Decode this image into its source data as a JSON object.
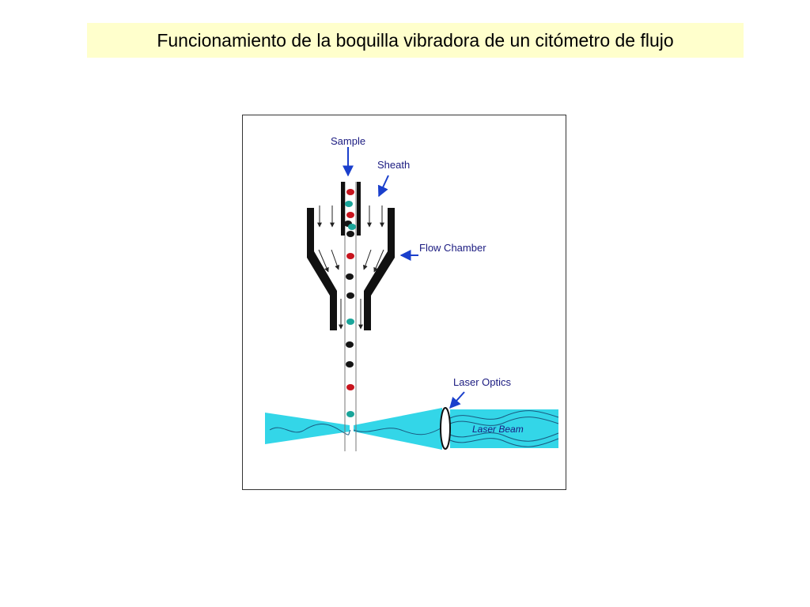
{
  "title": "Funcionamiento de la boquilla vibradora de un citómetro de flujo",
  "diagram": {
    "labels": {
      "sample": "Sample",
      "sheath": "Sheath",
      "flow_chamber": "Flow Chamber",
      "laser_optics": "Laser Optics",
      "laser_beam": "Laser Beam"
    },
    "colors": {
      "title_background": "#ffffcc",
      "label_arrow": "#1a3fcc",
      "laser_beam": "#33d6e8",
      "chamber_wall": "#111111",
      "cell_dark": "#151515",
      "cell_red": "#c8141e",
      "cell_teal": "#1aa59a"
    },
    "cells": [
      "red",
      "teal",
      "red",
      "dark",
      "teal",
      "dark",
      "red",
      "dark",
      "dark",
      "teal",
      "dark",
      "dark",
      "red",
      "teal"
    ]
  }
}
